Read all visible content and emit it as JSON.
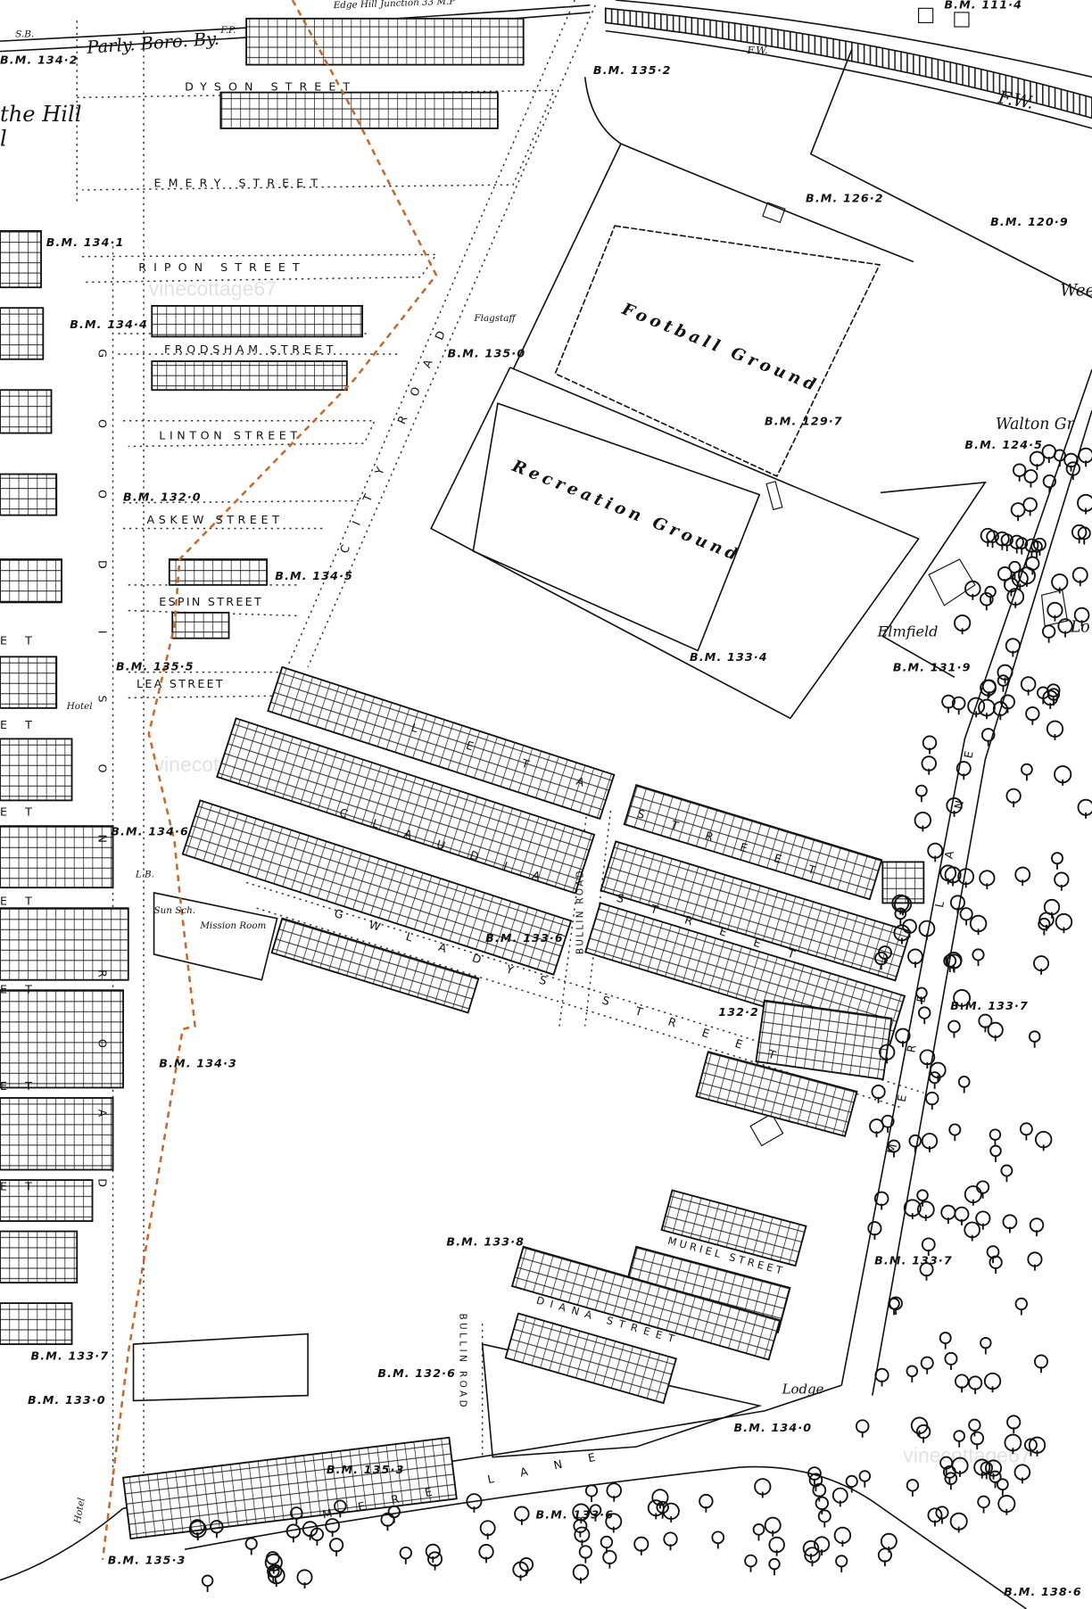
{
  "map": {
    "boundary_color": "#c8682a",
    "railway": {
      "label": "Edge Hill Junction 33 M.P",
      "signal_box": "S.B.",
      "fp": "F.P.",
      "bm_top": "B.M. 111·4"
    },
    "boundary_label": "Parly. Boro. By.",
    "partial_labels": {
      "the_hill": "the Hill",
      "hill_l": "l",
      "wee": "Wee",
      "walton": "Walton Gr",
      "lo": "Lo"
    },
    "streets": {
      "dyson": "DYSON STREET",
      "emery": "EMERY STREET",
      "ripon": "RIPON STREET",
      "frodsham": "FRODSHAM STREET",
      "linton": "LINTON STREET",
      "askew": "ASKEW STREET",
      "espin": "ESPIN STREET",
      "lea": "LEA STREET",
      "city_road": "CITY ROAD",
      "goodison_road": "GOODISON ROAD",
      "leta": "LETA",
      "leta_street": "STREET",
      "claudia": "CLAUDIA",
      "claudia_street": "STREET",
      "gwladys": "GWLADYS STREET",
      "bullin_road_1": "BULLIN ROAD",
      "bullin_road_2": "BULLIN ROAD",
      "muriel": "MURIEL STREET",
      "diana": "DIANA STREET",
      "mere_lane_east": "MERE LANE",
      "mere_lane_south": "MERE LANE",
      "left_fragments": [
        "E T",
        "E T",
        "E T",
        "E T",
        "E T",
        "E T",
        "E T"
      ]
    },
    "places": {
      "football_ground": "Football Ground",
      "recreation_ground": "Recreation Ground",
      "flagstaff": "Flagstaff",
      "fw1": "F.W.",
      "fw2": "F.W.",
      "elmfield": "Elmfield",
      "hotel_1": "Hotel",
      "hotel_2": "Hotel",
      "lb": "L.B.",
      "sun_sch": "Sun Sch.",
      "mission_room": "Mission Room",
      "lodge": "Lodge"
    },
    "benchmarks": {
      "bm1342": "B.M. 134·2",
      "bm1352a": "B.M. 135·2",
      "bm1262": "B.M. 126·2",
      "bm1209": "B.M. 120·9",
      "bm1341": "B.M. 134·1",
      "bm1344": "B.M. 134·4",
      "bm1350": "B.M. 135·0",
      "bm1297": "B.M. 129·7",
      "bm1245": "B.M. 124·5",
      "bm1320": "B.M. 132·0",
      "bm1345": "B.M. 134·5",
      "bm1355": "B.M. 135·5",
      "bm1334": "B.M. 133·4",
      "bm1319": "B.M. 131·9",
      "bm1346": "B.M. 134·6",
      "bm1336a": "B.M. 133·6",
      "bm1337a": "B.M. 133·7",
      "bm1322": "132·2",
      "bm1343": "B.M. 134·3",
      "bm1338": "B.M. 133·8",
      "bm1337b": "B.M. 133·7",
      "bm1337c": "B.M. 133·7",
      "bm1330": "B.M. 133·0",
      "bm1326": "B.M. 132·6",
      "bm1340": "B.M. 134·0",
      "bm1353a": "B.M. 135·3",
      "bm1353b": "B.M. 135·3",
      "bm1336b": "B.M. 133·6",
      "bm1386": "B.M. 138·6"
    },
    "watermark": "vinecottage67"
  }
}
